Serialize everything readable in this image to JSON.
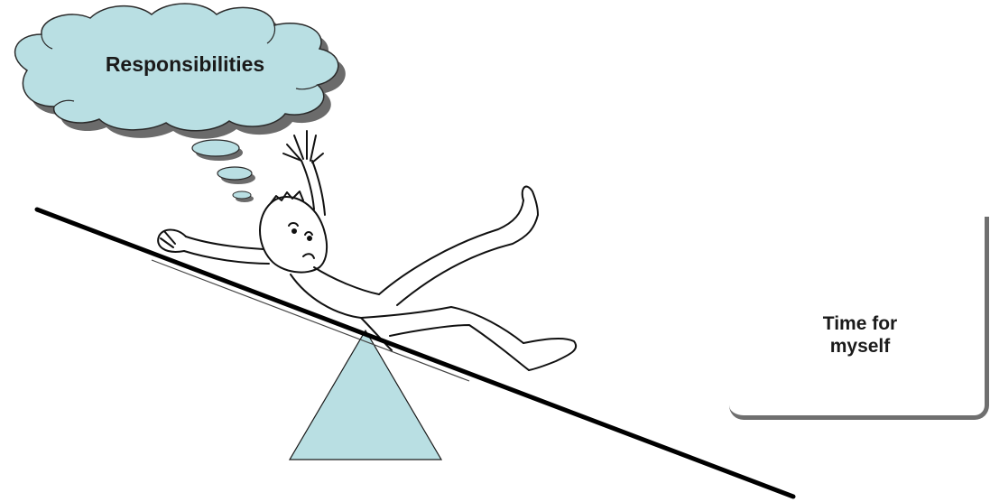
{
  "cloud": {
    "label": "Responsibilities",
    "fill_color": "#b9dfe3",
    "shadow_color": "#6b6b6b"
  },
  "box": {
    "line1": "Time for",
    "line2": "myself",
    "shadow_color": "#6f6f6f"
  },
  "seesaw": {
    "fulcrum_color": "#b9dfe3",
    "beam_color": "#000000"
  },
  "figure": {
    "icon": "falling-person-icon"
  }
}
